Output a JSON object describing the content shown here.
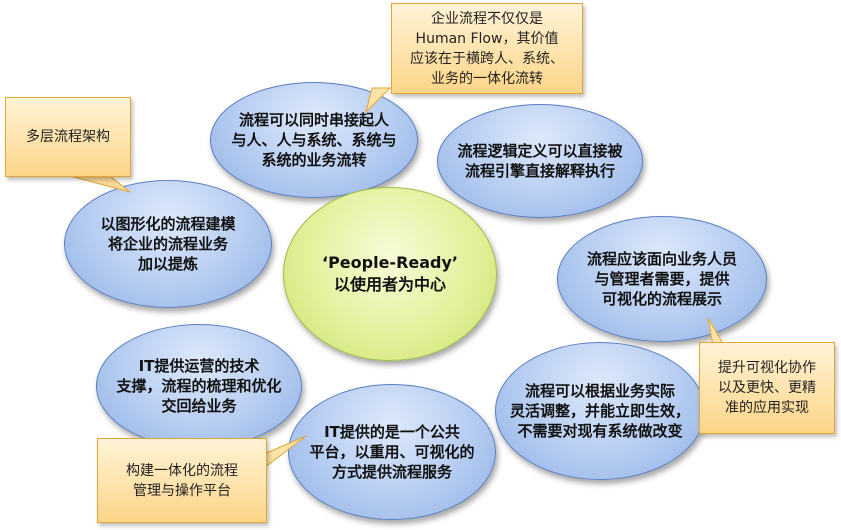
{
  "center": {
    "text": "‘People-Ready’\n以使用者为中心"
  },
  "nodes": [
    {
      "id": "top",
      "text": "流程可以同时串接起人\n与人、人与系统、系统与\n系统的业务流转"
    },
    {
      "id": "top-right",
      "text": "流程逻辑定义可以直接被\n流程引擎直接解释执行"
    },
    {
      "id": "left",
      "text": "以图形化的流程建模\n将企业的流程业务\n加以提炼"
    },
    {
      "id": "right",
      "text": "流程应该面向业务人员\n与管理者需要，提供\n可视化的流程展示"
    },
    {
      "id": "bottom-left",
      "text": "IT提供运营的技术\n支撑，流程的梳理和优化\n交回给业务"
    },
    {
      "id": "bottom",
      "text": "IT提供的是一个公共\n平台，以重用、可视化的\n方式提供流程服务"
    },
    {
      "id": "bottom-right",
      "text": "流程可以根据业务实际\n灵活调整，并能立即生效，\n不需要对现有系统做改变"
    }
  ],
  "callouts": [
    {
      "id": "top",
      "text": "企业流程不仅仅是\nHuman Flow，其价值\n应该在于横跨人、系统、\n业务的一体化流转"
    },
    {
      "id": "left",
      "text": "多层流程架构"
    },
    {
      "id": "right",
      "text": "提升可视化协作\n以及更快、更精\n准的应用实现"
    },
    {
      "id": "bottom",
      "text": "构建一体化的流程\n管理与操作平台"
    }
  ],
  "colors": {
    "ellipse_fill": "#b5ccf1",
    "ellipse_border": "#5b7fc0",
    "center_fill": "#e3f19b",
    "callout_fill": "#fcd588",
    "callout_border": "#e2a637"
  }
}
